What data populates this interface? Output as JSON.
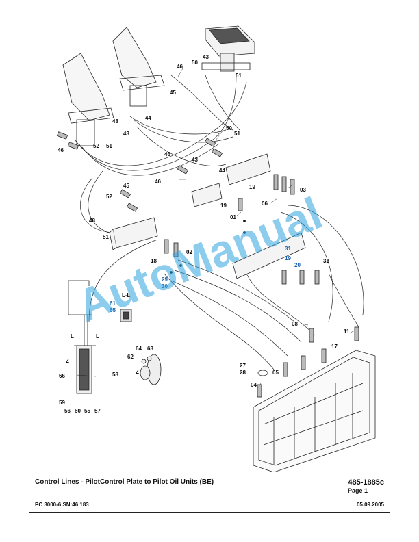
{
  "watermark": "AutoManual",
  "title_block": {
    "title": "Control Lines - PilotControl Plate to Pilot Oil Units (BE)",
    "doc_number": "485-1885c",
    "page": "Page 1",
    "model": "PC 3000-6 SN:46 183",
    "date": "05.09.2005"
  },
  "callouts": [
    "46",
    "50",
    "43",
    "51",
    "45",
    "44",
    "48",
    "52",
    "51",
    "43",
    "50",
    "51",
    "46",
    "43",
    "44",
    "46",
    "45",
    "52",
    "19",
    "03",
    "06",
    "19",
    "01",
    "48",
    "51",
    "02",
    "18",
    "29",
    "30",
    "31",
    "19",
    "20",
    "32",
    "08",
    "11",
    "17",
    "27",
    "28",
    "05",
    "04",
    "61",
    "65",
    "L-L",
    "L",
    "L",
    "Z",
    "66",
    "58",
    "64",
    "63",
    "62",
    "Z",
    "59",
    "56",
    "60",
    "55",
    "57",
    "46"
  ],
  "colors": {
    "watermark": "#2ea3df",
    "blue_labels": "#1a5fa8",
    "line": "#111111"
  }
}
